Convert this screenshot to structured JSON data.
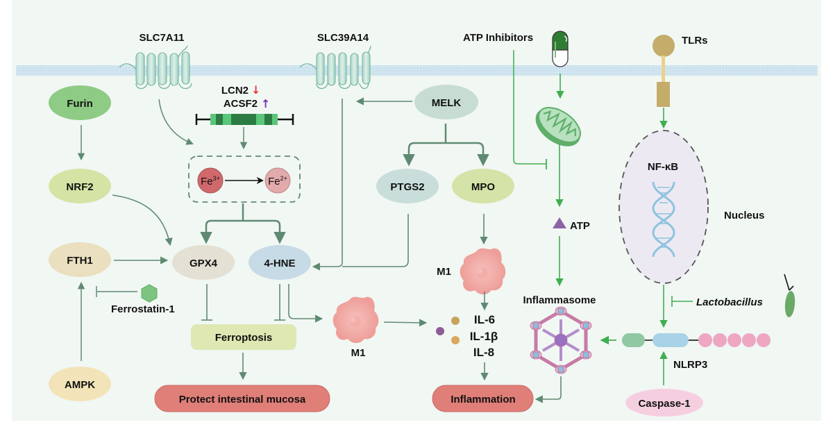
{
  "title": "Ferroptosis and NLRP3 inflammasome pathways in intestinal mucosa",
  "membrane_proteins": {
    "slc7a11": "SLC7A11",
    "slc39a14": "SLC39A14",
    "atp_inhibitors": "ATP Inhibitors",
    "tlrs": "TLRs"
  },
  "gene_regulation": {
    "lcn2": "LCN2",
    "lcn2_direction": "down",
    "lcn2_arrow": "↓",
    "acsf2": "ACSF2",
    "acsf2_direction": "up",
    "acsf2_arrow": "↑"
  },
  "iron": {
    "fe3_base": "Fe",
    "fe3_sup": "3+",
    "fe2_base": "Fe",
    "fe2_sup": "2+"
  },
  "nodes": {
    "furin": "Furin",
    "nrf2": "NRF2",
    "fth1": "FTH1",
    "ampk": "AMPK",
    "ferrostatin": "Ferrostatin-1",
    "gpx4": "GPX4",
    "hne": "4-HNE",
    "ferroptosis": "Ferroptosis",
    "protect": "Protect intestinal mucosa",
    "melk": "MELK",
    "ptgs2": "PTGS2",
    "mpo": "MPO",
    "m1_top": "M1",
    "m1_bottom": "M1",
    "il6": "IL-6",
    "il1b": "IL-1β",
    "il8": "IL-8",
    "inflammation": "Inflammation",
    "atp": "ATP",
    "inflammasome": "Inflammasome",
    "nfkb": "NF-κB",
    "nucleus": "Nucleus",
    "lactobacillus": "Lactobacillus",
    "nlrp3": "NLRP3",
    "caspase1": "Caspase-1"
  },
  "colors": {
    "background": "#f1f7f3",
    "membrane": "#cfe3ee",
    "arrow": "#5f8a72",
    "green_arrow": "#3fae4f",
    "furin": "#8ecb85",
    "nrf2": "#d3e4a5",
    "fth1": "#eadfbe",
    "ampk": "#f2e4b8",
    "gpx4": "#e4e0d3",
    "hne": "#c6dbe6",
    "ferroptosis": "#dfe7b2",
    "protect": "#e07e78",
    "melk": "#c7ddd3",
    "ptgs2": "#c9dedb",
    "mpo": "#d4e3a7",
    "inflammation": "#e07e78",
    "caspase1": "#f5cfe0",
    "nucleus": "#ece9f3",
    "atp_triangle": "#8c64a6",
    "fe3": "#d0696b",
    "fe2": "#e3aaab"
  }
}
